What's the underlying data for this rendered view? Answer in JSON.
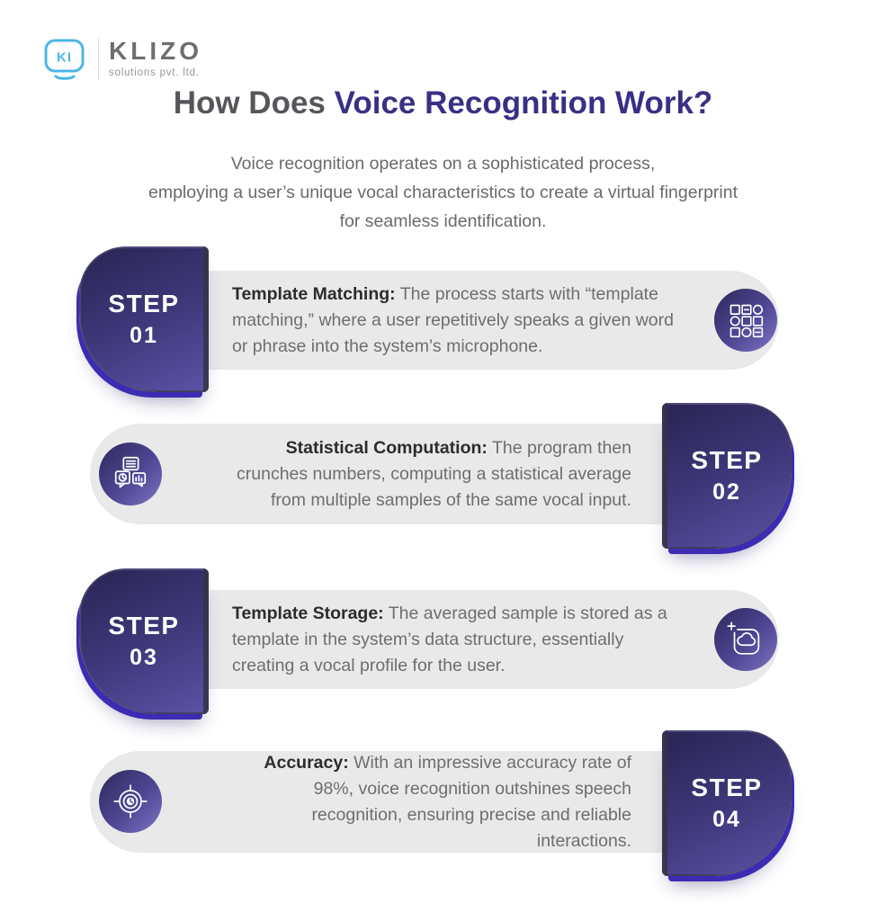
{
  "brand": {
    "name": "KLIZO",
    "tagline": "solutions pvt. ltd.",
    "icon": "klizo-logo-icon",
    "icon_monogram": "KI",
    "logo_color": "#4cb6e8"
  },
  "header": {
    "title_gray": "How Does ",
    "title_accent": "Voice Recognition Work?",
    "subtitle_lines": [
      "Voice recognition operates on a sophisticated process,",
      "employing a user’s unique vocal characteristics to create a virtual fingerprint",
      "for seamless identification."
    ]
  },
  "steps": [
    {
      "step_word": "STEP",
      "step_num": "01",
      "label": "Template Matching:",
      "text": "The process starts with “template matching,” where a user repetitively speaks a given word or phrase into the system’s microphone.",
      "icon": "pattern-grid-icon",
      "side": "left"
    },
    {
      "step_word": "STEP",
      "step_num": "02",
      "label": "Statistical Computation:",
      "text": "The program then crunches numbers, computing a statistical average from multiple samples of the same vocal input.",
      "icon": "statistics-chat-icon",
      "side": "right"
    },
    {
      "step_word": "STEP",
      "step_num": "03",
      "label": "Template Storage:",
      "text": "The averaged sample is stored as a template in the system’s data structure, essentially creating a vocal profile for the user.",
      "icon": "cloud-upload-icon",
      "side": "left"
    },
    {
      "step_word": "STEP",
      "step_num": "04",
      "label": "Accuracy:",
      "text": "With an impressive accuracy rate of 98%, voice recognition outshines speech recognition, ensuring precise and reliable interactions.",
      "icon": "target-clock-icon",
      "side": "right"
    }
  ],
  "colors": {
    "accent_indigo": "#393085",
    "shape_dark": "#2b2758",
    "shape_light": "#5b52a5",
    "rim_indigo": "#3b2cb2",
    "panel_gray": "#e9e9ea",
    "body_text": "#6e6e6e",
    "label_text": "#2c2c2e"
  }
}
